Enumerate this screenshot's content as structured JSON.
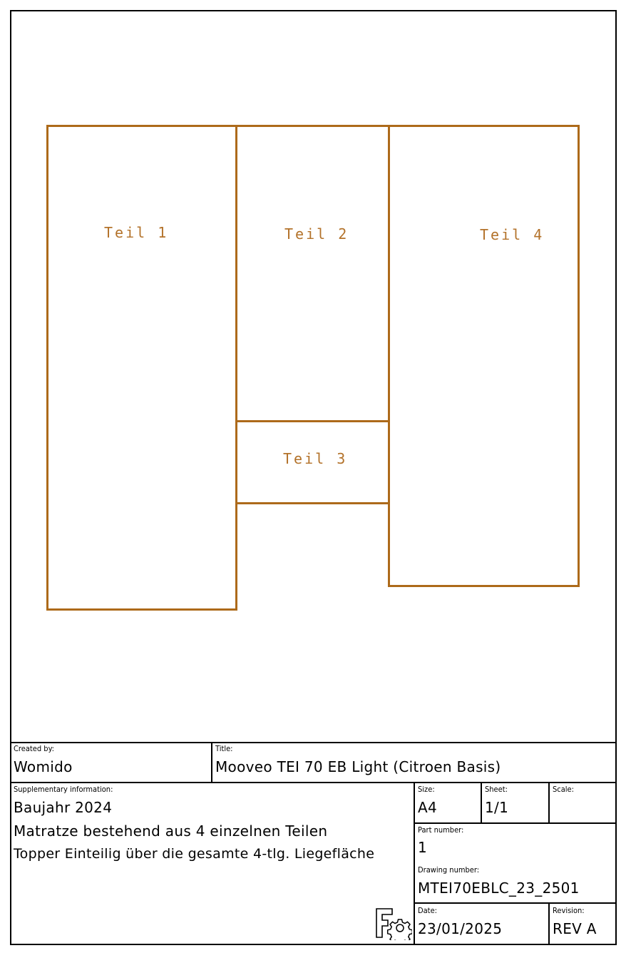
{
  "parts": [
    {
      "label": "Teil 1"
    },
    {
      "label": "Teil 2"
    },
    {
      "label": "Teil 3"
    },
    {
      "label": "Teil 4"
    }
  ],
  "title_block": {
    "created_by_label": "Created by:",
    "created_by": "Womido",
    "title_label": "Title:",
    "title": "Mooveo TEI 70 EB Light (Citroen Basis)",
    "supplementary_label": "Supplementary information:",
    "supplementary_lines": [
      "Baujahr 2024",
      "Matratze bestehend aus 4 einzelnen Teilen",
      "Topper Einteilig über die gesamte 4-tlg. Liegefläche"
    ],
    "size_label": "Size:",
    "size": "A4",
    "sheet_label": "Sheet:",
    "sheet": "1/1",
    "scale_label": "Scale:",
    "scale": "",
    "part_number_label": "Part number:",
    "part_number": "1",
    "drawing_number_label": "Drawing number:",
    "drawing_number": "MTEI70EBLC_23_2501",
    "date_label": "Date:",
    "date": "23/01/2025",
    "revision_label": "Revision:",
    "revision": "REV A"
  },
  "colors": {
    "part_outline": "#ad6a1a",
    "part_label": "#b3722a",
    "frame": "#000000"
  },
  "icons": [
    "freecad-logo-icon"
  ]
}
